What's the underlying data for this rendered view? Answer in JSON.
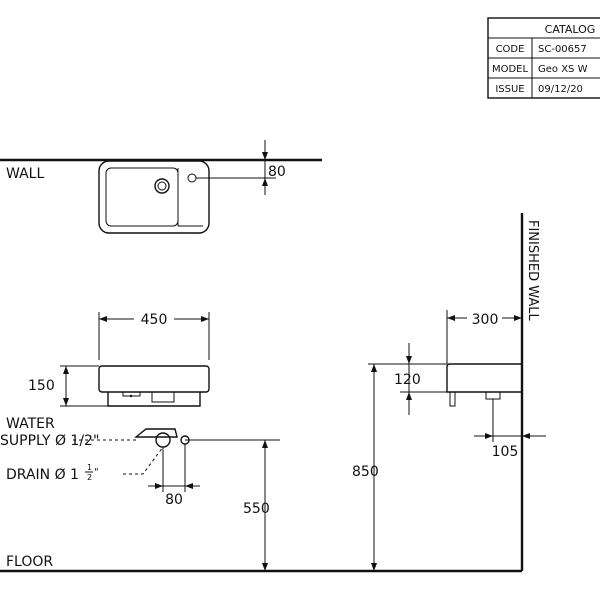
{
  "catalog": {
    "header": "CATALOG",
    "rows": [
      {
        "label": "CODE",
        "value": "SC-00657"
      },
      {
        "label": "MODEL",
        "value": "Geo XS W"
      },
      {
        "label": "ISSUE",
        "value": "09/12/20"
      }
    ]
  },
  "labels": {
    "wall": "WALL",
    "finished_wall": "FINISHED WALL",
    "floor": "FLOOR",
    "water_line1": "WATER",
    "water_line2": "SUPPLY Ø 1/2\"",
    "drain_prefix": "DRAIN Ø 1",
    "drain_num": "1",
    "drain_den": "2",
    "drain_suffix": "\""
  },
  "dimensions": {
    "top_offset": "80",
    "width": "450",
    "height": "150",
    "depth": "300",
    "side_height": "120",
    "outlet_offset": "105",
    "supply_spacing": "80",
    "supply_height": "550",
    "basin_height": "850"
  }
}
